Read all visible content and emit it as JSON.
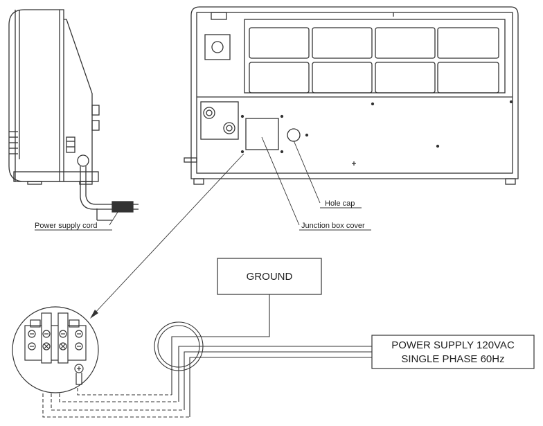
{
  "labels": {
    "power_supply_cord": "Power supply cord",
    "hole_cap": "Hole cap",
    "junction_box_cover": "Junction box cover",
    "ground": "GROUND",
    "power_supply_line1": "POWER SUPPLY 120VAC",
    "power_supply_line2": "SINGLE PHASE 60Hz"
  }
}
